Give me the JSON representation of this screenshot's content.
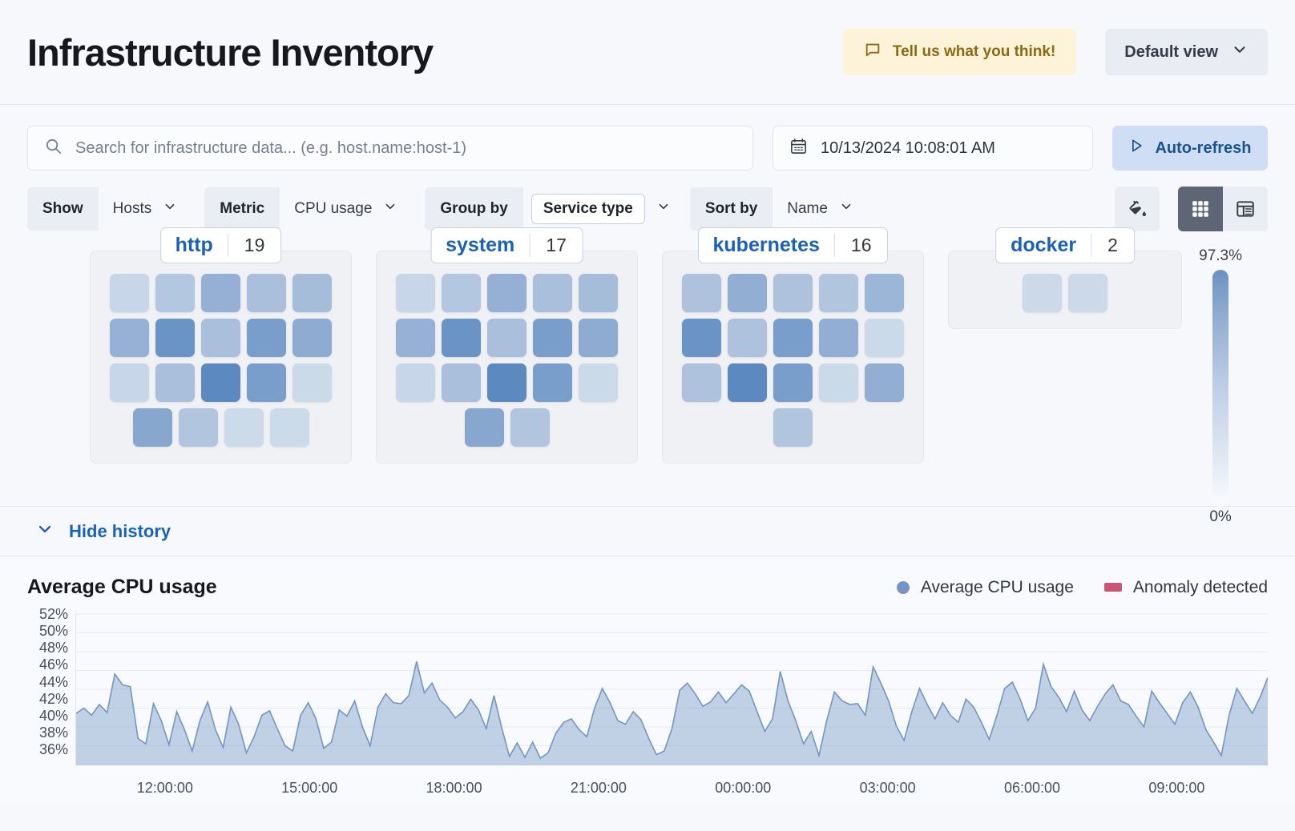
{
  "header": {
    "title": "Infrastructure Inventory",
    "feedback_label": "Tell us what you think!",
    "feedback_icon": "comment-icon",
    "view_label": "Default view",
    "view_icon": "chevron-down-icon"
  },
  "search": {
    "placeholder": "Search for infrastructure data... (e.g. host.name:host-1)",
    "value": "",
    "icon": "search-icon"
  },
  "datepicker": {
    "value": "10/13/2024 10:08:01 AM",
    "icon": "calendar-icon"
  },
  "refresh": {
    "label": "Auto-refresh",
    "icon": "play-icon"
  },
  "filters": [
    {
      "label": "Show",
      "value": "Hosts",
      "boxed": false
    },
    {
      "label": "Metric",
      "value": "CPU usage",
      "boxed": false
    },
    {
      "label": "Group by",
      "value": "Service type",
      "boxed": true
    },
    {
      "label": "Sort by",
      "value": "Name",
      "boxed": false
    }
  ],
  "toolbar": {
    "palette_icon": "paint-bucket-icon",
    "grid_view_icon": "grid-view-icon",
    "table_view_icon": "table-view-icon",
    "active_view": "grid"
  },
  "legend_scale": {
    "max_label": "97.3%",
    "min_label": "0%"
  },
  "groups": [
    {
      "name": "http",
      "count": "19",
      "rows": [
        [
          "#c7d6e8",
          "#b4c7e0",
          "#95b0d4",
          "#a9bfdb",
          "#a6bdda"
        ],
        [
          "#96b1d5",
          "#6a93c6",
          "#a9bfdb",
          "#7a9ecc",
          "#8eabd2"
        ],
        [
          "#c7d6e8",
          "#a9bfdb",
          "#5d89c1",
          "#7a9ecc",
          "#cadae9"
        ],
        [
          "#87a7cf",
          "#b2c5df",
          "#cbdbea",
          "#cbdbea"
        ]
      ]
    },
    {
      "name": "system",
      "count": "17",
      "rows": [
        [
          "#c7d6e8",
          "#b4c7e0",
          "#95b0d4",
          "#a9bfdb",
          "#a6bdda"
        ],
        [
          "#96b1d5",
          "#6a93c6",
          "#a9bfdb",
          "#7a9ecc",
          "#8eabd2"
        ],
        [
          "#c7d6e8",
          "#a9bfdb",
          "#5d89c1",
          "#7a9ecc",
          "#cadae9"
        ],
        [
          "#87a7cf",
          "#b2c5df"
        ]
      ]
    },
    {
      "name": "kubernetes",
      "count": "16",
      "rows": [
        [
          "#aec2dd",
          "#93aed3",
          "#aec2dd",
          "#b2c5df",
          "#9cb6d7"
        ],
        [
          "#6a93c6",
          "#aec2dd",
          "#7a9ecc",
          "#93aed3",
          "#cadae9"
        ],
        [
          "#aec2dd",
          "#5d89c1",
          "#7a9ecc",
          "#cadae9",
          "#93aed3"
        ],
        [
          "#b2c5df"
        ]
      ]
    },
    {
      "name": "docker",
      "count": "2",
      "rows": [
        [
          "#ccd9e9",
          "#ccd9e9"
        ]
      ]
    }
  ],
  "history": {
    "toggle_label": "Hide history",
    "toggle_icon": "chevron-down-icon"
  },
  "chart_data": {
    "type": "area",
    "title": "Average CPU usage",
    "xlabel": "",
    "ylabel": "",
    "ylim": [
      36,
      53
    ],
    "grid": true,
    "legend_position": "top-right",
    "legend": [
      {
        "name": "Average CPU usage",
        "color": "#7295c4",
        "marker": "circle"
      },
      {
        "name": "Anomaly detected",
        "color": "#cc5577",
        "marker": "rect"
      }
    ],
    "yticks": [
      "52%",
      "50%",
      "48%",
      "46%",
      "44%",
      "42%",
      "40%",
      "38%",
      "36%"
    ],
    "xticks": [
      "12:00:00",
      "15:00:00",
      "18:00:00",
      "21:00:00",
      "00:00:00",
      "03:00:00",
      "06:00:00",
      "09:00:00"
    ],
    "series": [
      {
        "name": "Average CPU usage",
        "color": "#7295c4",
        "values": [
          41.8,
          42.4,
          41.6,
          42.8,
          41.9,
          46.2,
          45.0,
          44.8,
          39.0,
          38.4,
          42.9,
          41.0,
          38.3,
          42.0,
          40.0,
          37.6,
          41.0,
          43.1,
          40.0,
          38.0,
          42.5,
          40.6,
          37.4,
          39.2,
          41.6,
          42.1,
          40.1,
          38.2,
          37.6,
          41.6,
          43.0,
          41.2,
          37.9,
          38.6,
          42.2,
          41.5,
          43.2,
          40.3,
          38.2,
          42.5,
          44.0,
          43.0,
          42.9,
          43.8,
          47.6,
          44.1,
          45.2,
          43.3,
          42.5,
          41.3,
          42.0,
          43.4,
          42.2,
          40.1,
          43.8,
          40.2,
          37.0,
          38.5,
          36.9,
          38.6,
          36.8,
          37.4,
          39.6,
          40.8,
          41.2,
          40.0,
          39.2,
          42.4,
          44.6,
          43.0,
          41.0,
          40.6,
          42.0,
          41.1,
          39.0,
          37.2,
          37.6,
          40.1,
          44.4,
          45.2,
          44.0,
          42.6,
          43.1,
          44.2,
          43.0,
          44.0,
          45.0,
          44.3,
          42.0,
          39.8,
          41.2,
          46.5,
          43.2,
          41.0,
          38.4,
          39.8,
          37.1,
          41.0,
          44.2,
          43.2,
          42.8,
          42.9,
          41.6,
          47.0,
          45.2,
          43.2,
          40.4,
          38.8,
          42.0,
          44.6,
          42.8,
          41.2,
          43.0,
          41.6,
          40.8,
          43.4,
          42.5,
          40.8,
          38.9,
          41.6,
          44.6,
          45.3,
          43.4,
          41.0,
          42.4,
          47.3,
          44.8,
          43.6,
          42.0,
          44.3,
          42.2,
          41.0,
          42.6,
          44.0,
          45.0,
          43.2,
          42.8,
          41.5,
          40.3,
          44.3,
          43.0,
          41.8,
          40.6,
          43.0,
          44.2,
          42.5,
          40.0,
          38.6,
          37.1,
          41.6,
          44.6,
          43.2,
          41.8,
          43.6,
          45.8
        ]
      }
    ],
    "anomalies": []
  }
}
